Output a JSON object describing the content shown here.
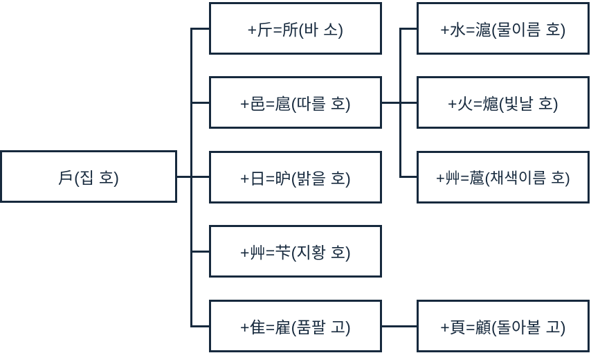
{
  "diagram": {
    "type": "character-derivation-tree",
    "colors": {
      "stroke": "#16293d",
      "text": "#16293d",
      "background": "#ffffff"
    },
    "root": {
      "label": "戶(집 호)"
    },
    "level2": [
      {
        "label": "+斤=所(바 소)"
      },
      {
        "label": "+邑=扈(따를 호)"
      },
      {
        "label": "+日=昈(밝을 호)"
      },
      {
        "label": "+艸=芐(지황 호)"
      },
      {
        "label": "+隹=雇(품팔 고)"
      }
    ],
    "level3": [
      {
        "label": "+水=滬(물이름 호)"
      },
      {
        "label": "+火=熩(빛날 호)"
      },
      {
        "label": "+艸=蔰(채색이름 호)"
      },
      {
        "label": "+頁=顧(돌아볼 고)"
      }
    ]
  }
}
